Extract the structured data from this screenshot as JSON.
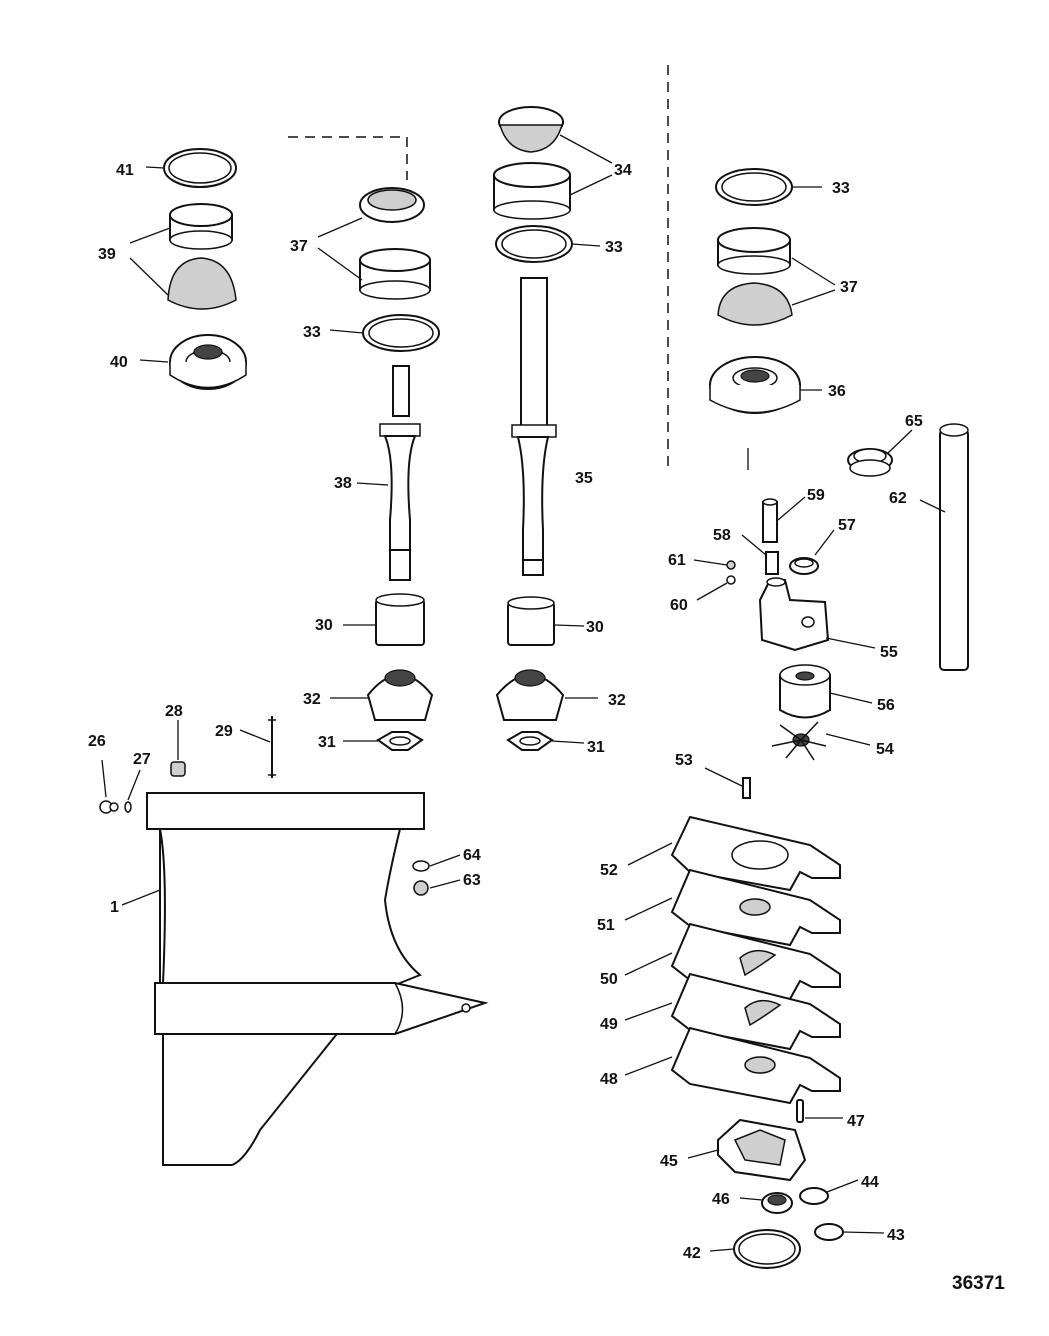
{
  "diagram": {
    "reference_number": "36371",
    "callouts": {
      "c1": "1",
      "c26": "26",
      "c27": "27",
      "c28": "28",
      "c29": "29",
      "c30a": "30",
      "c30b": "30",
      "c31a": "31",
      "c31b": "31",
      "c32a": "32",
      "c32b": "32",
      "c33a": "33",
      "c33b": "33",
      "c33c": "33",
      "c34": "34",
      "c35": "35",
      "c36": "36",
      "c37a": "37",
      "c37b": "37",
      "c38": "38",
      "c39": "39",
      "c40": "40",
      "c41": "41",
      "c42": "42",
      "c43": "43",
      "c44": "44",
      "c45": "45",
      "c46": "46",
      "c47": "47",
      "c48": "48",
      "c49": "49",
      "c50": "50",
      "c51": "51",
      "c52": "52",
      "c53": "53",
      "c54": "54",
      "c55": "55",
      "c56": "56",
      "c57": "57",
      "c58": "58",
      "c59": "59",
      "c60": "60",
      "c61": "61",
      "c62": "62",
      "c63": "63",
      "c64": "64",
      "c65": "65"
    }
  }
}
